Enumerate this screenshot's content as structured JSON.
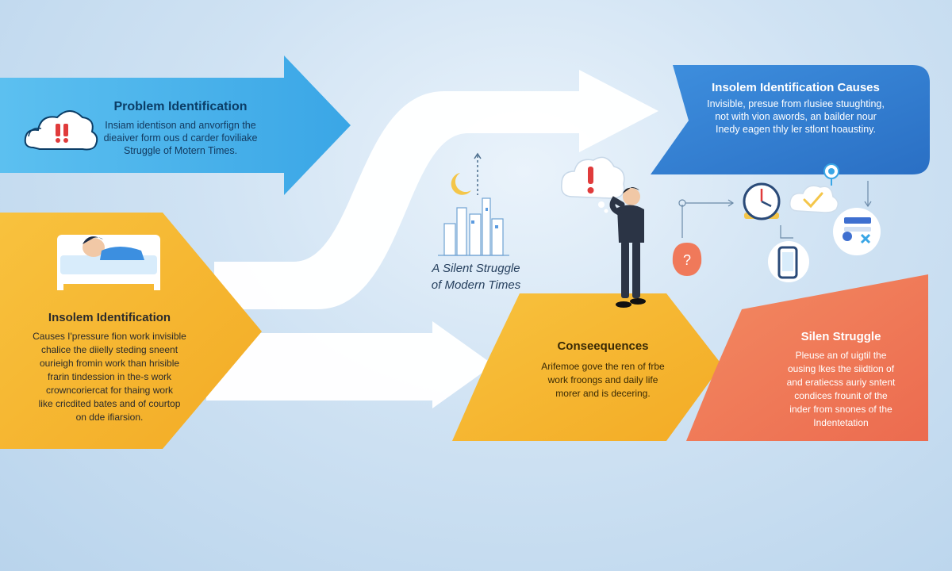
{
  "colors": {
    "blue_light": "#4fb3ea",
    "blue_dark": "#2f7fd1",
    "yellow": "#f6b733",
    "orange": "#f0795a",
    "white_arrow": "#ffffff",
    "text_dark": "#0b3d66"
  },
  "boxes": {
    "problem_identification": {
      "title": "Problem Identification",
      "body": [
        "Insiam identison and anvorfign the",
        "dieaiver form ous d carder foviliake",
        "Struggle of Motern Times."
      ]
    },
    "insolem_identification_right": {
      "title": "Insolem Identification Causes",
      "body": [
        "Invisible, presue from rlusiee stuughting,",
        "not with vion awords, an bailder nour",
        "Inedy eagen thly ler stlont hoaustiny."
      ]
    },
    "insolem_identification_left": {
      "title": "Insolem Identification",
      "body": [
        "Causes I'pressure fion work invisible",
        "chalice the diielly steding sneent",
        "ourieigh fromin work than hrisible",
        "frarin tindession in the-s work",
        "crowncoriercat for thaing work",
        "like cricdited bates and of courtop",
        "on dde ifiarsion."
      ]
    },
    "consequences": {
      "title": "Conseequences",
      "body": [
        "Arifemoe gove the ren of frbe",
        "work froongs and daily life",
        "morer and is decering."
      ]
    },
    "silen_struggle": {
      "title": "Silen Struggle",
      "body": [
        "Pleuse an of uigtil the",
        "ousing lkes the siidtion of",
        "and eratiecss auriy sntent",
        "condices frounit of the",
        "inder from snones of the",
        "Indentetation"
      ]
    }
  },
  "center_caption": {
    "lines": [
      "A Silent Struggle",
      "of Modern Times"
    ]
  },
  "icons": {
    "alert_cloud": "alert-cloud-icon",
    "thought_alert": "thought-bubble-alert-icon",
    "clock": "clock-icon",
    "checkmark_cloud": "check-cloud-icon",
    "phone": "smartphone-icon",
    "search_pin": "search-pin-icon",
    "toggle_panel": "settings-panel-icon",
    "question_bag": "question-bag-icon",
    "moon": "moon-icon",
    "city": "city-skyline-icon",
    "sleeping_person": "sleeping-person-icon",
    "standing_person": "thinking-man-icon"
  }
}
